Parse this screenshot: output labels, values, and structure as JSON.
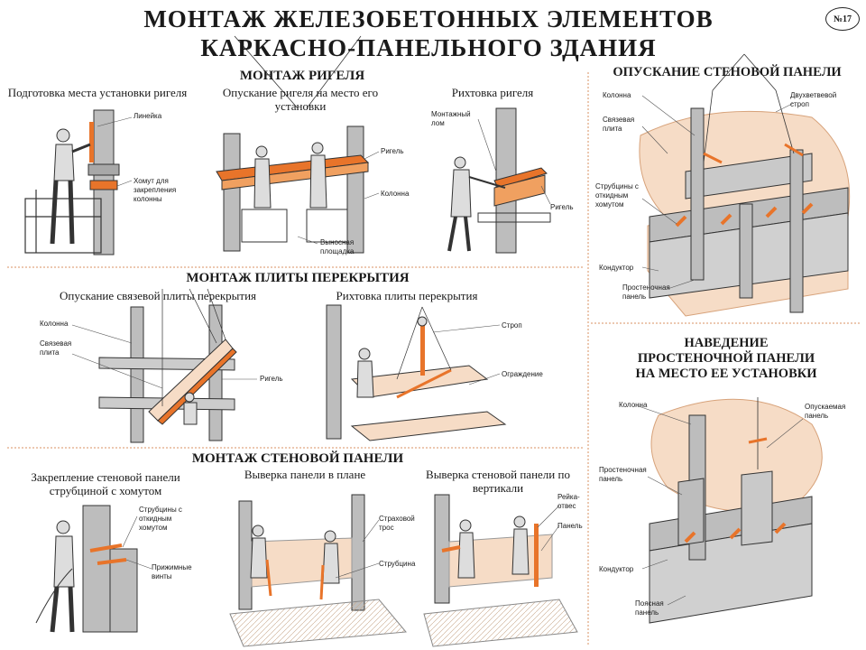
{
  "badge": "№17",
  "title": {
    "line1": "МОНТАЖ ЖЕЛЕЗОБЕТОННЫХ ЭЛЕМЕНТОВ",
    "line2": "КАРКАСНО-ПАНЕЛЬНОГО ЗДАНИЯ"
  },
  "riegel": {
    "heading": "МОНТАЖ РИГЕЛЯ",
    "prep": {
      "title": "Подготовка места установки ригеля",
      "labels": {
        "ruler": "Линейка",
        "clamp": "Хомут для закрепления колонны"
      }
    },
    "lower": {
      "title": "Опускание ригеля на место его установки",
      "labels": {
        "riegel": "Ригель",
        "column": "Колонна",
        "platform": "Выносная площадка"
      }
    },
    "align": {
      "title": "Рихтовка ригеля",
      "labels": {
        "crowbar": "Монтажный лом",
        "riegel": "Ригель"
      }
    }
  },
  "slab": {
    "heading": "МОНТАЖ ПЛИТЫ ПЕРЕКРЫТИЯ",
    "lower": {
      "title": "Опускание связевой плиты перекрытия",
      "labels": {
        "column": "Колонна",
        "tie_slab": "Связевая плита",
        "riegel": "Ригель"
      }
    },
    "align": {
      "title": "Рихтовка плиты перекрытия",
      "labels": {
        "sling": "Строп",
        "fence": "Ограждение"
      }
    }
  },
  "wall": {
    "heading": "МОНТАЖ СТЕНОВОЙ ПАНЕЛИ",
    "fix": {
      "title": "Закрепление стеновой панели струбциной с хомутом",
      "labels": {
        "clamps": "Струбцины с откидным хомутом",
        "screws": "Прижимные винты"
      }
    },
    "plan": {
      "title": "Выверка панели в плане",
      "labels": {
        "rope": "Страховой трос",
        "clamp": "Струбцина"
      }
    },
    "vertical": {
      "title": "Выверка стеновой панели по вертикали",
      "labels": {
        "rail": "Рейка-отвес",
        "panel": "Панель"
      }
    }
  },
  "right_top": {
    "heading": "ОПУСКАНИЕ СТЕНОВОЙ ПАНЕЛИ",
    "labels": {
      "column": "Колонна",
      "double_sling": "Двухветвевой строп",
      "tie_slab": "Связевая плита",
      "clamps": "Струбцины с откидным хомутом",
      "conductor": "Кондуктор",
      "pier_panel": "Простеночная панель"
    }
  },
  "right_bottom": {
    "heading_l1": "НАВЕДЕНИЕ",
    "heading_l2": "ПРОСТЕНОЧНОЙ ПАНЕЛИ",
    "heading_l3": "НА МЕСТО ЕЕ УСТАНОВКИ",
    "labels": {
      "column": "Колонна",
      "lowered": "Опускаемая панель",
      "pier_panel": "Простеночная панель",
      "conductor": "Кондуктор",
      "belt_panel": "Поясная панель"
    }
  },
  "colors": {
    "orange": "#e8742a",
    "slab": "#f6dcc6",
    "gray": "#bdbdbd",
    "dark": "#2a2a2a"
  }
}
